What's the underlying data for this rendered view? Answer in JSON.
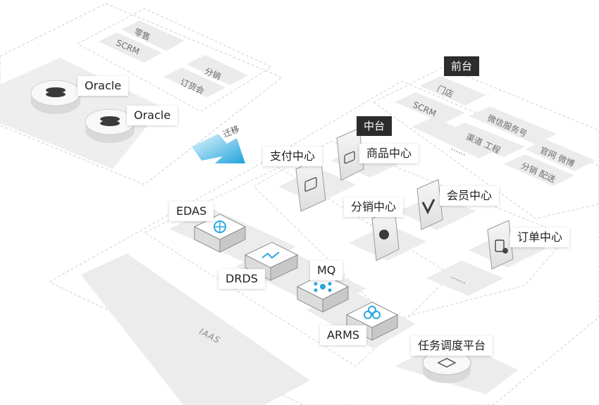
{
  "databases": [
    {
      "label": "Oracle"
    },
    {
      "label": "Oracle"
    }
  ],
  "legacy_modules": [
    "零售",
    "SCRM",
    "分销",
    "订货会"
  ],
  "migrate_label": "迁移",
  "front_tag": "前台",
  "front_modules": [
    "门店",
    "SCRM",
    "微信服务号",
    "渠道 工程",
    "......",
    "官网 微博",
    "分销 配送"
  ],
  "middle_tag": "中台",
  "middle_centers": {
    "payment": "支付中心",
    "product": "商品中心",
    "distribution": "分销中心",
    "member": "会员中心",
    "order": "订单中心",
    "more": "......"
  },
  "middleware": {
    "edas": "EDAS",
    "drds": "DRDS",
    "mq": "MQ",
    "arms": "ARMS"
  },
  "iaas_label": "IAAS",
  "scheduler_label": "任务调度平台",
  "colors": {
    "accent": "#29a8df",
    "dark_tag": "#2c2c2c",
    "plate": "#ececec",
    "dashed": "#cfcfcf"
  }
}
